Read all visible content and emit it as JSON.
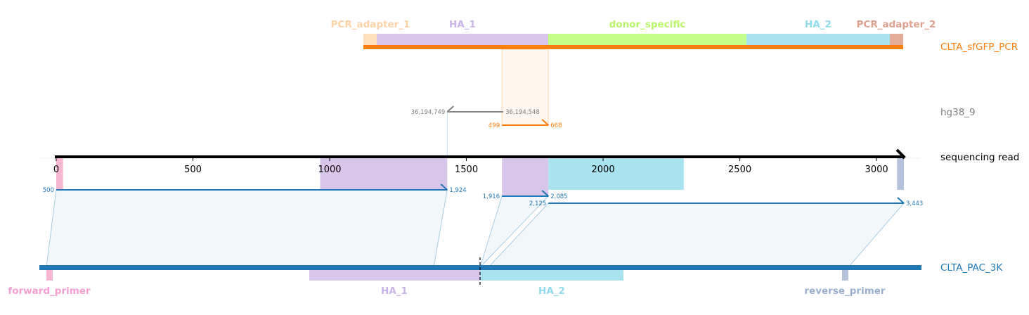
{
  "chart_data": {
    "type": "alignment-diagram",
    "axis": {
      "min": 0,
      "max": 3100,
      "ticks": [
        0,
        500,
        1000,
        1500,
        2000,
        2500,
        3000
      ],
      "tick_labels": [
        "0",
        "500",
        "1000",
        "1500",
        "2000",
        "2500",
        "3000"
      ]
    },
    "tracks": [
      {
        "key": "donor",
        "label": "CLTA_sfGFP_PCR",
        "color": "#ff7f0e"
      },
      {
        "key": "genome",
        "label": "hg38_9",
        "color": "#7f7f7f"
      },
      {
        "key": "read",
        "label": "sequencing read",
        "color": "#000000"
      },
      {
        "key": "target",
        "label": "CLTA_PAC_3K",
        "color": "#1f77b4"
      }
    ],
    "donor_features": [
      {
        "name": "PCR_adapter_1",
        "color": "#ffdfbd"
      },
      {
        "name": "HA_1",
        "color": "#d8c6ea"
      },
      {
        "name": "donor_specific",
        "color": "#c4ff8a"
      },
      {
        "name": "HA_2",
        "color": "#a8e3ef"
      },
      {
        "name": "PCR_adapter_2",
        "color": "#e3ab98"
      }
    ],
    "donor_label_colors": [
      "#ffd2a6",
      "#c9b3e8",
      "#b9f76a",
      "#90dcee",
      "#e0a08e"
    ],
    "target_features": [
      {
        "name": "forward_primer",
        "color": "#f7b6d2",
        "label_color": "#f49ed2"
      },
      {
        "name": "HA_1",
        "color": "#d8c6ea",
        "label_color": "#c9b3e8"
      },
      {
        "name": "HA_2",
        "color": "#a8e3ef",
        "label_color": "#90dcee"
      },
      {
        "name": "reverse_primer",
        "color": "#b5c3dc",
        "label_color": "#9aaed0"
      }
    ],
    "read_features": [
      {
        "name": "forward_primer",
        "start": 0,
        "end": 25,
        "color": "#f7b6d2"
      },
      {
        "name": "HA_1",
        "start": 965,
        "end": 1430,
        "color": "#d8c6ea"
      },
      {
        "name": "HA_1",
        "start": 1630,
        "end": 1800,
        "color": "#d8c6ea"
      },
      {
        "name": "HA_2",
        "start": 1800,
        "end": 2295,
        "color": "#a8e3ef"
      },
      {
        "name": "reverse_primer",
        "start": 3075,
        "end": 3100,
        "color": "#b5c3dc"
      }
    ],
    "alignments": [
      {
        "track": "target",
        "read_start": 0,
        "read_end": 1430,
        "ref_start_label": "500",
        "ref_end_label": "1,924",
        "color": "#1f77b4"
      },
      {
        "track": "target",
        "read_start": 1630,
        "read_end": 1800,
        "ref_start_label": "1,916",
        "ref_end_label": "2,085",
        "color": "#1f77b4"
      },
      {
        "track": "target",
        "read_start": 1800,
        "read_end": 3100,
        "ref_start_label": "2,125",
        "ref_end_label": "3,443",
        "color": "#1f77b4"
      },
      {
        "track": "donor",
        "read_start": 1630,
        "read_end": 1800,
        "ref_start_label": "499",
        "ref_end_label": "668",
        "color": "#ff7f0e"
      },
      {
        "track": "genome",
        "read_start": 1430,
        "read_end": 1635,
        "ref_start_label": "36,194,749",
        "ref_end_label": "36,194,548",
        "color": "#7f7f7f"
      }
    ]
  }
}
